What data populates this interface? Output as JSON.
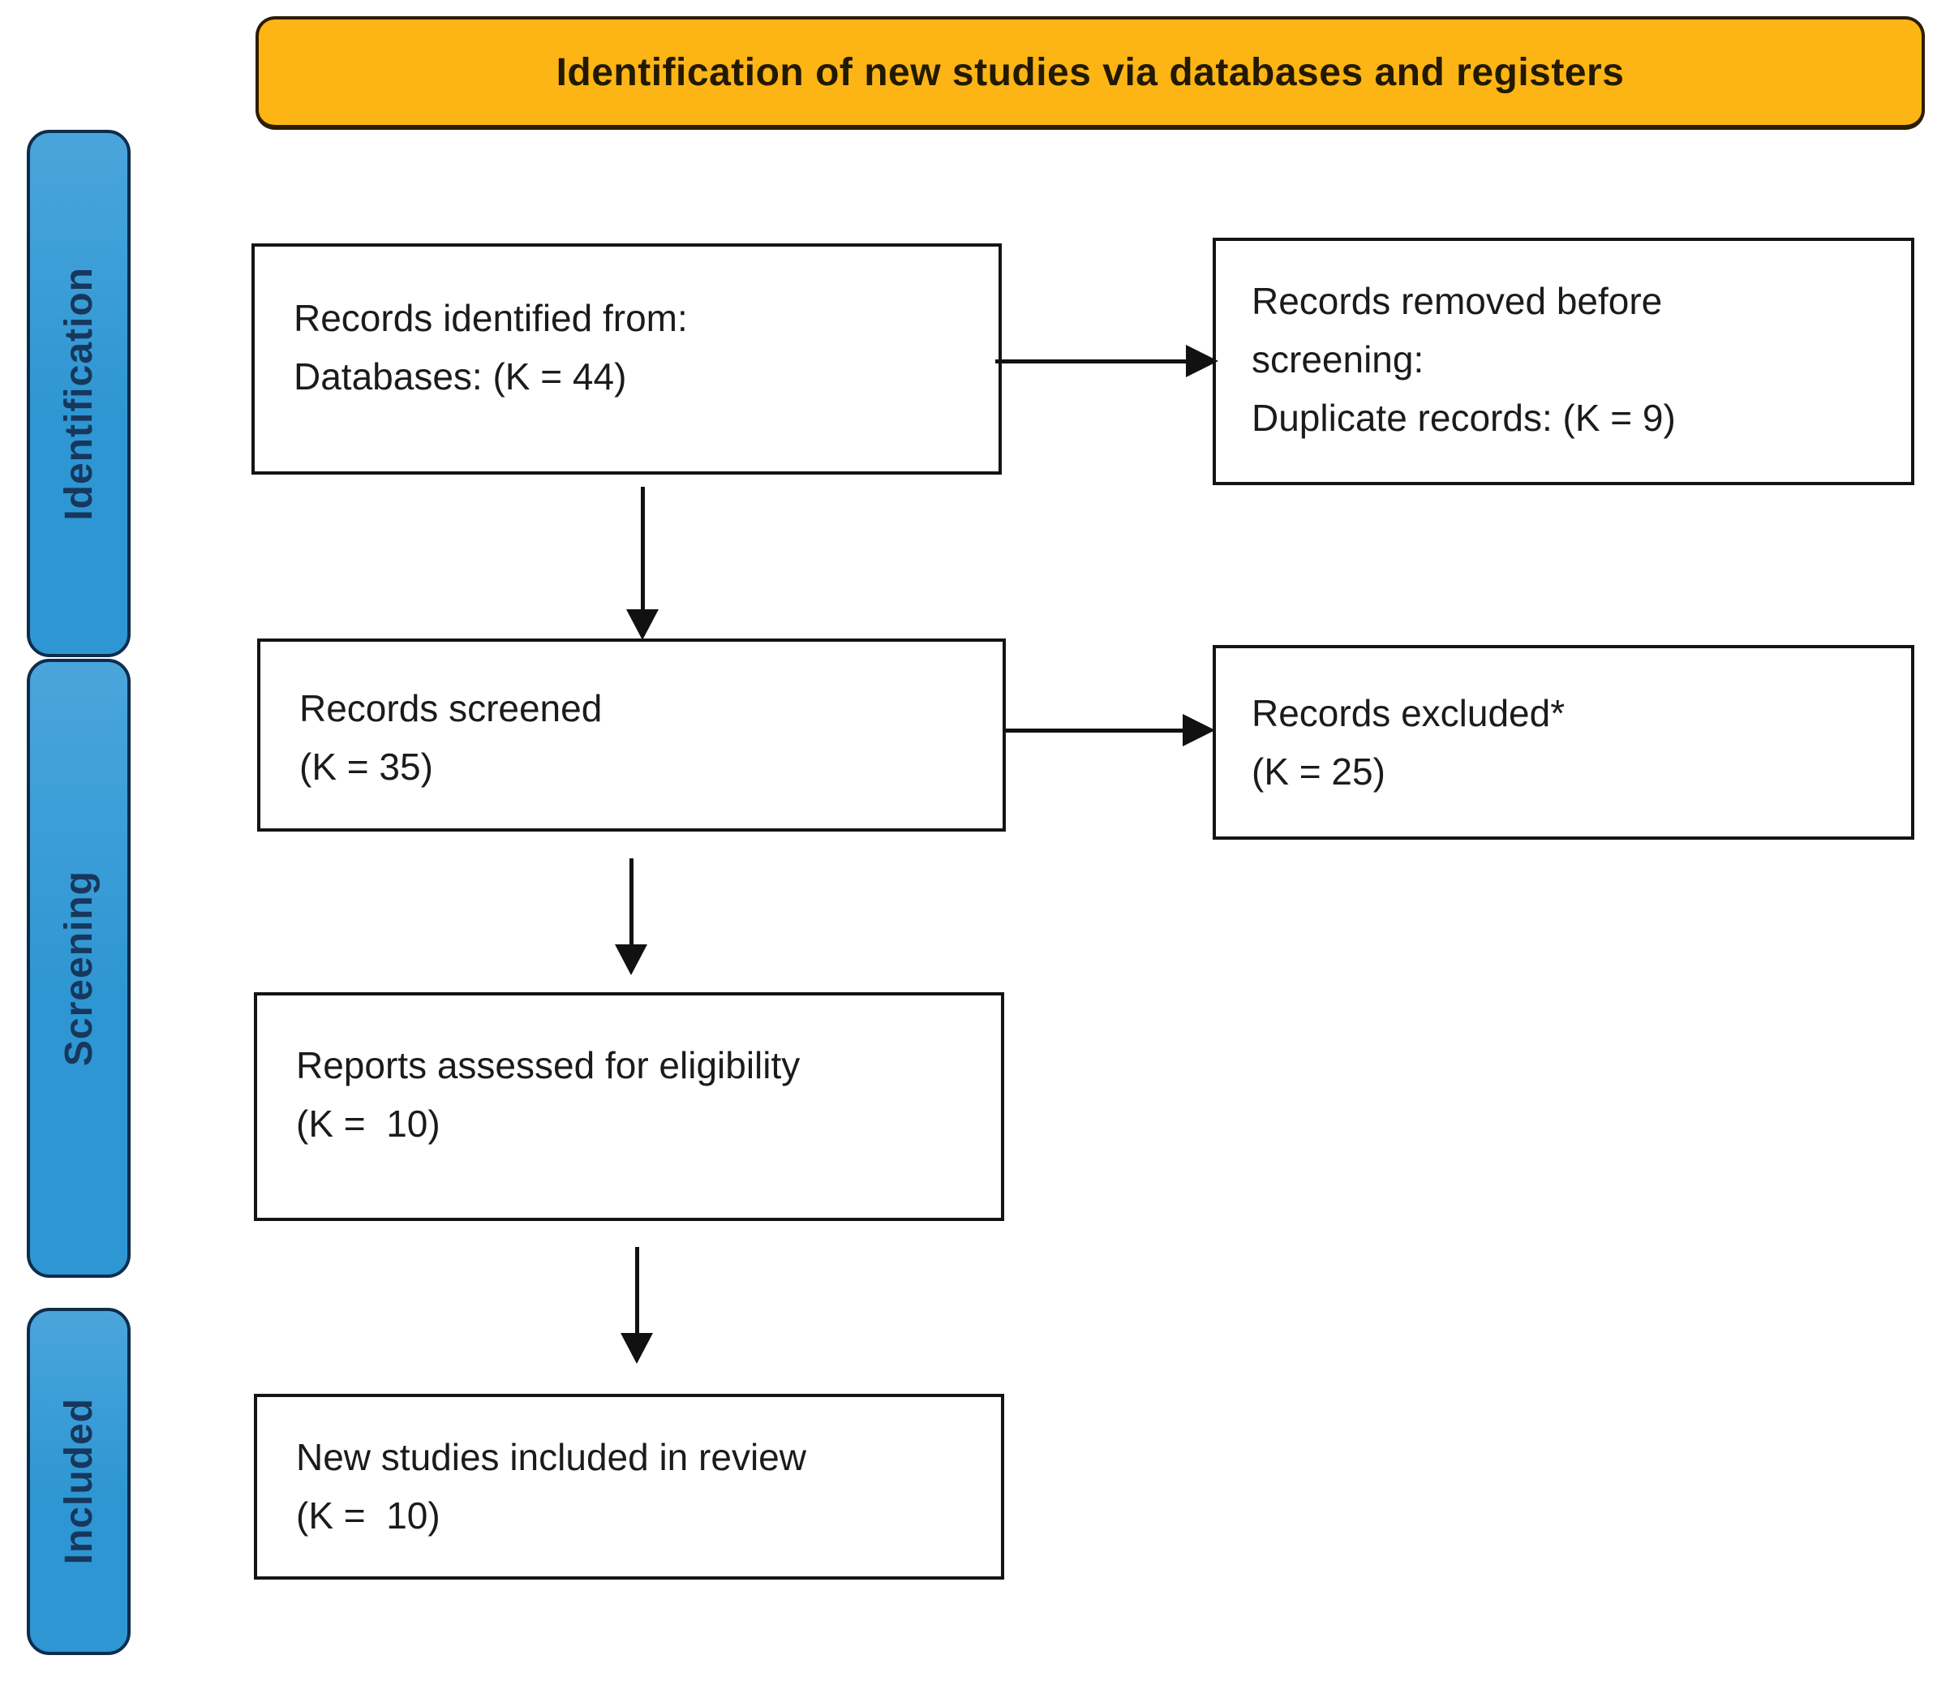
{
  "title": "Identification of new studies via databases and registers",
  "sidebar": {
    "stages": [
      {
        "id": "identification",
        "label": "Identification"
      },
      {
        "id": "screening",
        "label": "Screening"
      },
      {
        "id": "included",
        "label": "Included"
      }
    ]
  },
  "boxes": {
    "records_identified": {
      "lines": [
        "Records identified from:",
        "Databases: (K = 44)"
      ]
    },
    "records_removed": {
      "lines": [
        "Records removed before",
        "screening:",
        "Duplicate records: (K = 9)"
      ]
    },
    "records_screened": {
      "lines": [
        "Records screened",
        "(K = 35)"
      ]
    },
    "records_excluded": {
      "lines": [
        "Records excluded*",
        "(K = 25)"
      ]
    },
    "reports_assessed": {
      "lines": [
        "Reports assessed for eligibility",
        "(K =  10)"
      ]
    },
    "new_studies": {
      "lines": [
        "New studies included in review",
        "(K =  10)"
      ]
    }
  },
  "colors": {
    "banner_fill": "#FDB415",
    "banner_border": "#2B1E03",
    "banner_text": "#221A00",
    "stage_fill": "#2E96D2",
    "stage_fill_light": "#4AA5DB",
    "stage_border": "#0E2D4D",
    "stage_text": "#17375D",
    "box_border": "#141414",
    "box_text": "#1B1B1B",
    "arrow": "#111111"
  }
}
